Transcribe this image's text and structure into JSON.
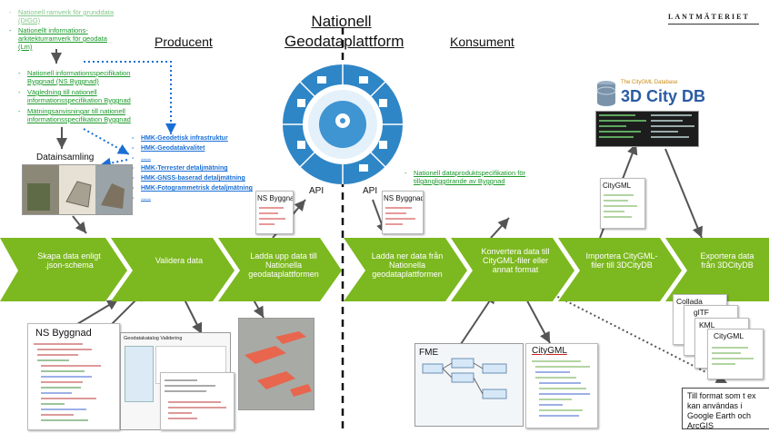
{
  "top_links": {
    "items": [
      "Nationell ramverk för grunddata (DIGG)",
      "Nationellt informations-arkitekturramverk för geodata (Lm)"
    ]
  },
  "titles": {
    "producent": "Producent",
    "center_line1": "Nationell",
    "center_line2": "Geodataplattform",
    "konsument": "Konsument"
  },
  "logo": "LANTMÄTERIET",
  "spec_links": {
    "items": [
      "Nationell informationsspecifikation Byggnad (NS Byggnad)",
      "Vägledning till nationell informationsspecifikation Byggnad",
      "Mätningsanvisningar till nationell informationsspecifikation Byggnad"
    ]
  },
  "hmk_links": {
    "items": [
      "HMK-Geodetisk infrastruktur",
      "HMK-Geodatakvalitet",
      "…..",
      "HMK-Terrester detaljmätning",
      "HMK-GNSS-baserad detaljmätning",
      "HMK-Fotogrammetrisk detaljmätning",
      "….."
    ]
  },
  "product_spec": {
    "items": [
      "Nationell dataproduktspecifikation för tillgängliggörande av Byggnad"
    ]
  },
  "datainsamling": "Datainsamling",
  "api_labels": {
    "left": "API",
    "right": "API"
  },
  "ns_byggnad_label": "NS Byggnad",
  "citygml_label": "CityGML",
  "citydb": {
    "small": "The CityGML Database",
    "big": "3D City DB"
  },
  "steps": [
    "Skapa data enligt .json-schema",
    "Validera data",
    "Ladda upp data till Nationella geodataplattformen",
    "Ladda ner data från Nationella geodataplattformen",
    "Konvertera data till CityGML-filer eller annat format",
    "Importera CityGML-filer till 3DCityDB",
    "Exportera data från 3DCityDB"
  ],
  "export_formats": [
    "Collada",
    "glTF",
    "KML",
    "CityGML"
  ],
  "fme_label": "FME",
  "validation_title": "Geodatakatalog Validering",
  "note": "Till format som t ex kan användas i Google Earth och ArcGIS",
  "colors": {
    "chevron": "#7cb81f",
    "link_green": "#1a9a2a",
    "link_blue": "#1a6fd6",
    "ring_blue": "#2f86c6"
  }
}
